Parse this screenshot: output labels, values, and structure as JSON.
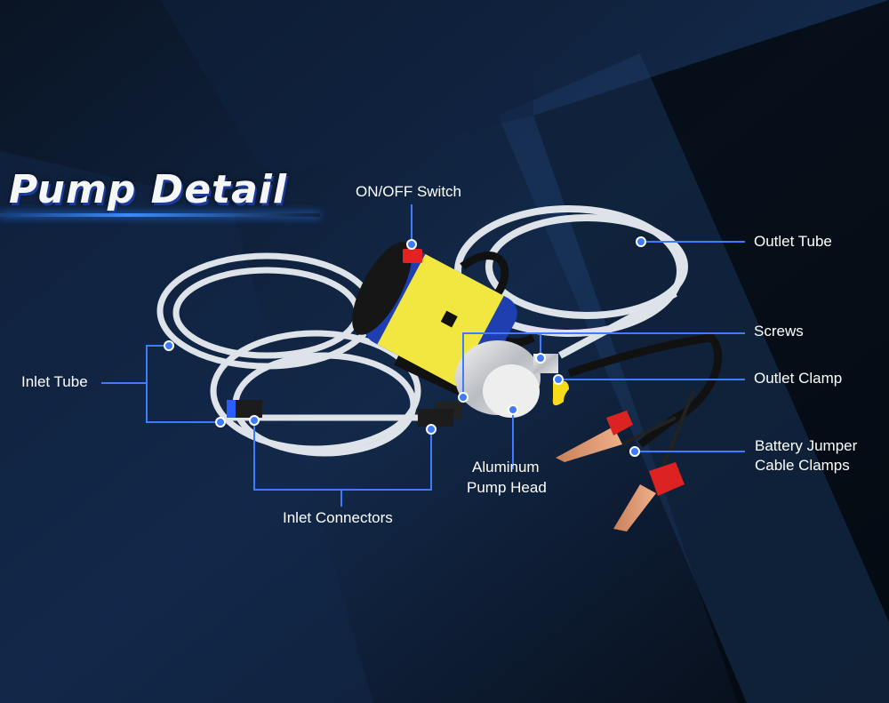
{
  "title": "Pump Detail",
  "callouts": {
    "switch": "ON/OFF Switch",
    "outlet_tube": "Outlet Tube",
    "screws": "Screws",
    "outlet_clamp": "Outlet Clamp",
    "battery_line1": "Battery Jumper",
    "battery_line2": "Cable Clamps",
    "pump_head_line1": "Aluminum",
    "pump_head_line2": "Pump Head",
    "inlet_connectors": "Inlet Connectors",
    "inlet_tube": "Inlet Tube"
  },
  "colors": {
    "accent": "#3d7bff",
    "background": "#0b1526",
    "pump_body": "#1f3fb0",
    "label_yellow": "#f2e640"
  }
}
